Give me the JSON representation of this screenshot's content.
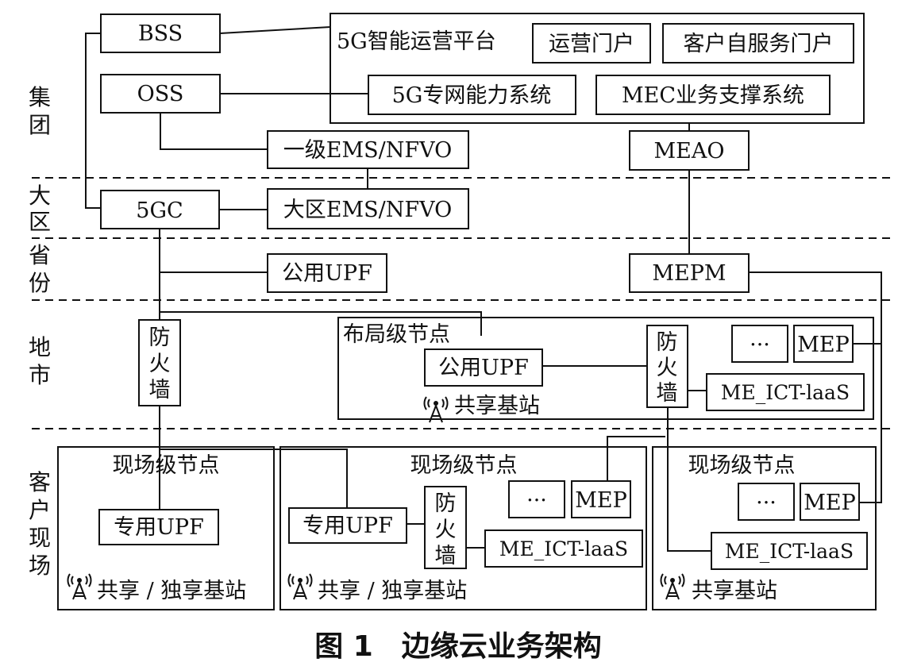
{
  "bands": {
    "group": [
      "集",
      "团"
    ],
    "region": [
      "大",
      "区"
    ],
    "province": [
      "省",
      "份"
    ],
    "city": [
      "地",
      "市"
    ],
    "site": [
      "客",
      "户",
      "现",
      "场"
    ]
  },
  "nodes": {
    "bss": "BSS",
    "oss": "OSS",
    "platform": "5G智能运营平台",
    "ops_portal": "运营门户",
    "self_portal": "客户自服务门户",
    "private_net_sys": "5G专网能力系统",
    "mec_support": "MEC业务支撑系统",
    "ems1": "一级EMS/NFVO",
    "meao": "MEAO",
    "gc": "5GC",
    "ems_region": "大区EMS/NFVO",
    "public_upf": "公用UPF",
    "mepm": "MEPM",
    "firewall": [
      "防",
      "火",
      "墙"
    ],
    "layout_node": "布局级节点",
    "layout_upf": "公用UPF",
    "shared_bs": "共享基站",
    "ellipsis": "···",
    "mep": "MEP",
    "me_ict": "ME_ICT-laaS",
    "site_node": "现场级节点",
    "private_upf": "专用UPF",
    "shared_exclusive_bs": "共享 / 独享基站",
    "shared_exclusive_bs2": "共享 / 独享基站"
  },
  "caption": "图 1　边缘云业务架构"
}
